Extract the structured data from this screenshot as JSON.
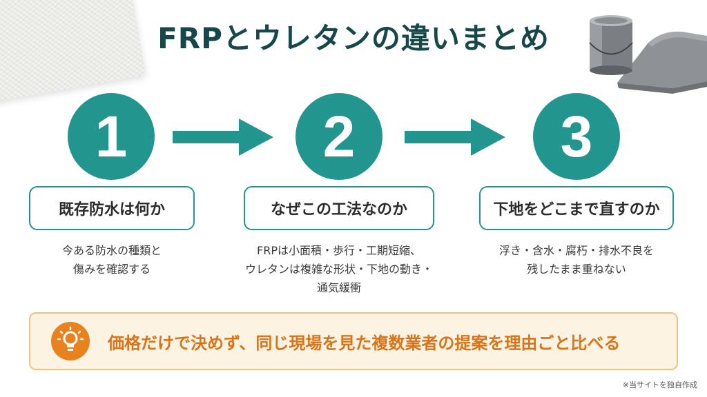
{
  "title": "FRPとウレタンの違いまとめ",
  "steps": [
    {
      "number": "1",
      "label": "既存防水は何か",
      "desc": [
        "今ある防水の種類と",
        "傷みを確認する"
      ]
    },
    {
      "number": "2",
      "label": "なぜこの工法なのか",
      "desc": [
        "FRPは小面積・歩行・工期短縮、",
        "ウレタンは複雑な形状・下地の動き・",
        "通気緩衝"
      ]
    },
    {
      "number": "3",
      "label": "下地をどこまで直すのか",
      "desc": [
        "浮き・含水・腐朽・排水不良を",
        "残したまま重ねない"
      ]
    }
  ],
  "tip": {
    "icon": "lightbulb-icon",
    "text": "価格だけで決めず、同じ現場を見た複数業者の提案を理由ごと比べる"
  },
  "footnote": "※当サイトを独自作成",
  "colors": {
    "teal": "#23958f",
    "title": "#16484a",
    "orange": "#d8741a",
    "tip_bg": "#fdf3e2"
  }
}
